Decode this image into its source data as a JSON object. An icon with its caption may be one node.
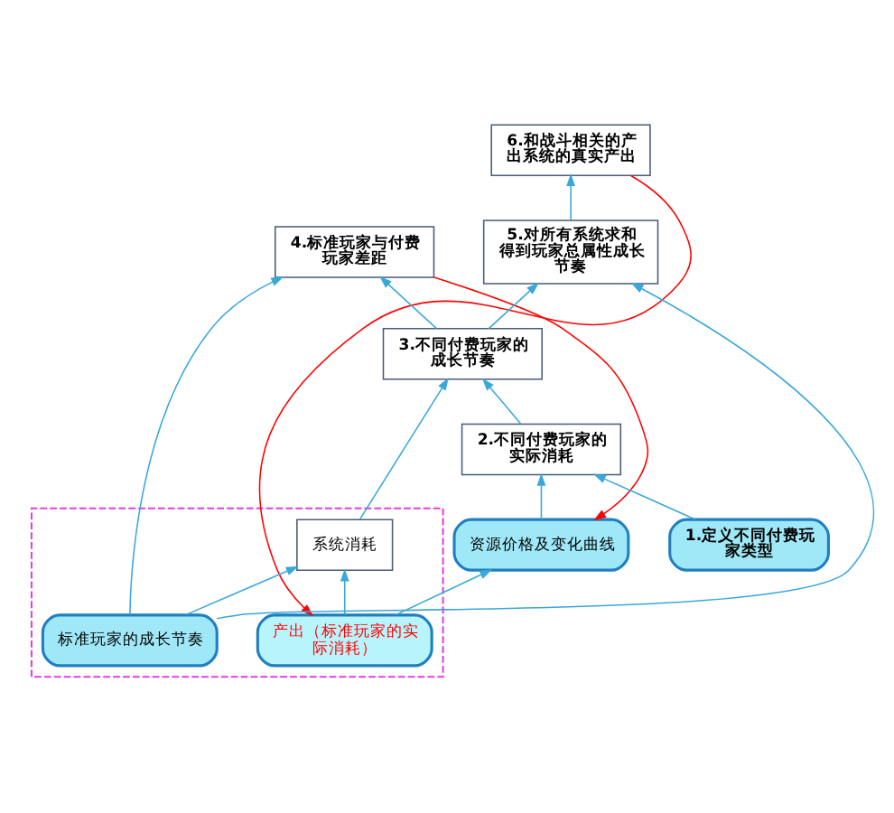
{
  "diagram": {
    "nodes": [
      {
        "text": [
          "6.和战斗相关的产出系统的真实产出"
        ]
      },
      {
        "text": [
          "5.对所有系统求和得到玩家总属性成长节奏"
        ]
      },
      {
        "text": [
          "4.标准玩家与付费玩家差距"
        ]
      },
      {
        "text": [],
        "shape": "box"
      },
      {
        "text": [
          "标准玩家的成长节奏"
        ],
        "in": 3
      },
      {
        "text": [
          "系统消耗"
        ],
        "in": 3
      },
      {
        "text": [
          "产出（标准玩家的实际消耗）"
        ],
        "in": 3
      },
      {
        "text": [
          "3.不同付费玩家的成长节奏"
        ]
      },
      {
        "text": [
          "资源价格及变化曲线"
        ]
      },
      {
        "text": [
          "2.不同付费玩家的实际消耗"
        ]
      },
      {
        "text": [
          "1.定义不同付费玩家类型"
        ]
      }
    ],
    "edges": [
      {
        "from": 1,
        "to": 0,
        "arrow": "to"
      },
      {
        "from": 4,
        "to": 1,
        "arrow": "to"
      },
      {
        "from": 4,
        "to": 2,
        "arrow": "to"
      },
      {
        "from": 7,
        "to": 1,
        "arrow": "to"
      },
      {
        "from": 7,
        "to": 2,
        "arrow": "to"
      },
      {
        "from": 4,
        "to": 5,
        "arrow": "to"
      },
      {
        "from": 6,
        "to": 5,
        "arrow": "to"
      },
      {
        "from": 5,
        "to": 7,
        "arrow": "to"
      },
      {
        "from": 0,
        "to": 6,
        "arrow": "to",
        "color": "#ff0000"
      },
      {
        "from": 2,
        "to": 8,
        "arrow": "to",
        "color": "#ff0000"
      },
      {
        "from": 6,
        "to": 8,
        "arrow": "to"
      },
      {
        "from": 8,
        "to": 9,
        "arrow": "to"
      },
      {
        "from": 10,
        "to": 9,
        "arrow": "to"
      },
      {
        "from": 9,
        "to": 7,
        "arrow": "to"
      }
    ]
  }
}
